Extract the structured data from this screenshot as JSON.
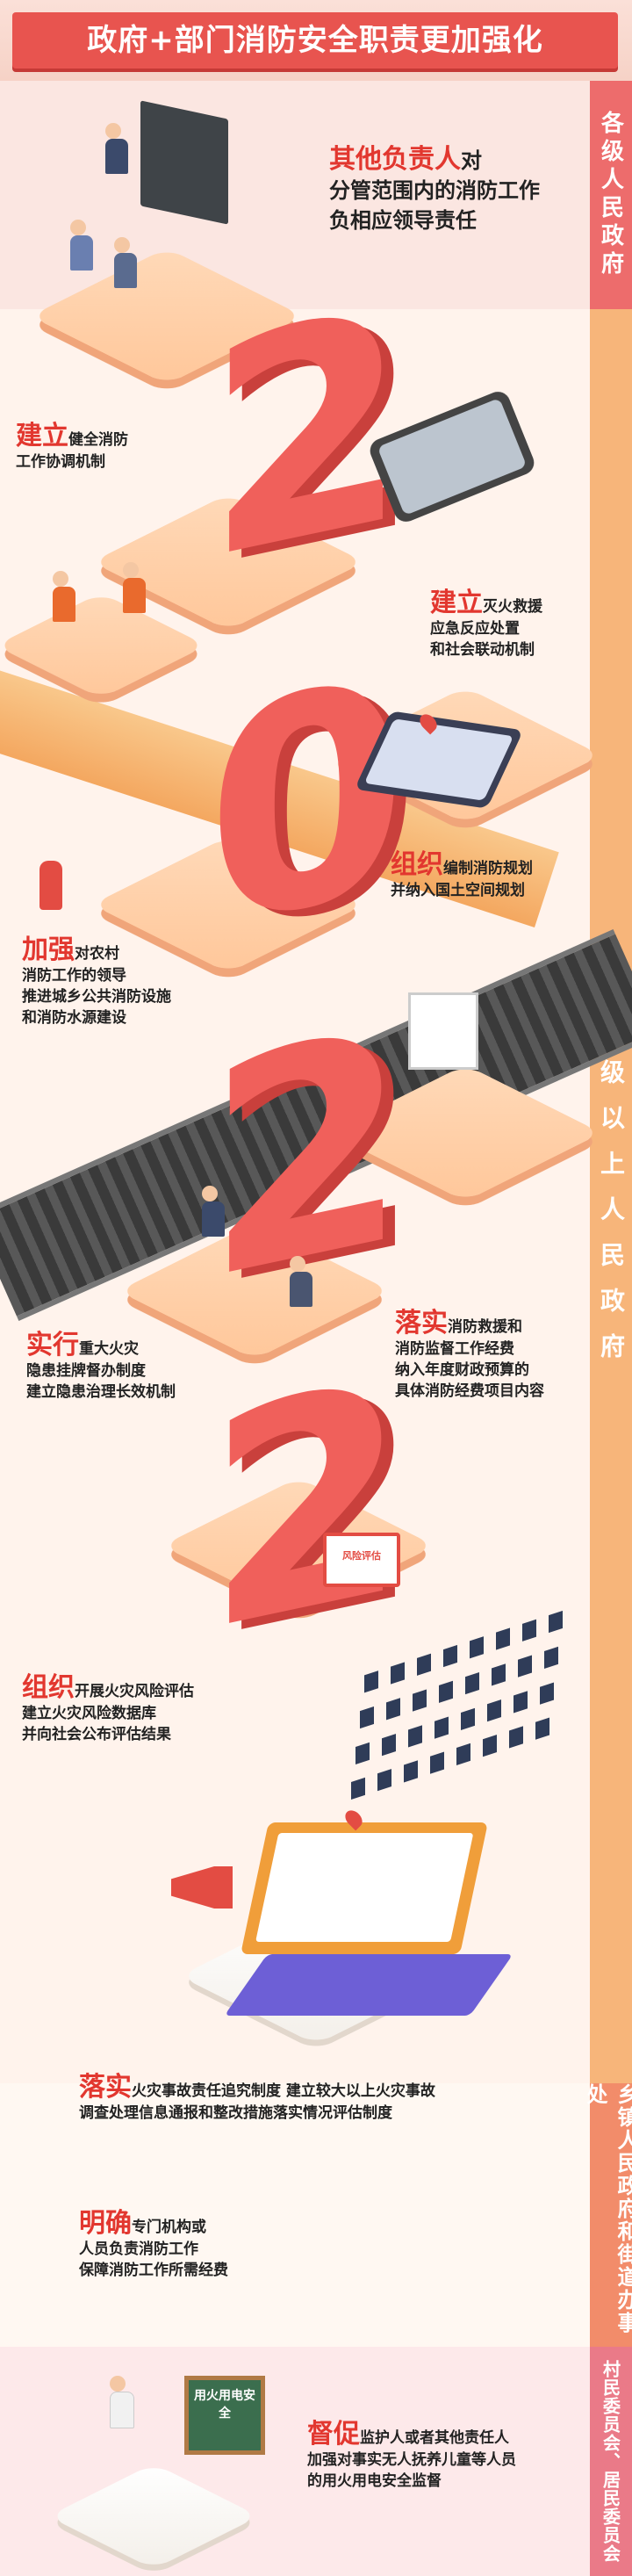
{
  "header": {
    "title": "政府+部门消防安全职责更加强化"
  },
  "sides": {
    "s1": "各级人民政府",
    "s2": "县级以上人民政府",
    "s3": "乡镇人民政府和街道办事处",
    "s4": "村民委员会、居民委员会"
  },
  "digits": [
    "2",
    "0",
    "2",
    "2"
  ],
  "blocks": {
    "b1": {
      "key": "其他负责人",
      "rest": "对",
      "l2": "分管范围内的消防工作",
      "l3": "负相应领导责任"
    },
    "b2": {
      "key": "建立",
      "rest": "健全消防",
      "l2": "工作协调机制"
    },
    "b3": {
      "key": "建立",
      "rest": "灭火救援",
      "l2": "应急反应处置",
      "l3": "和社会联动机制"
    },
    "b4": {
      "key": "组织",
      "rest": "编制消防规划",
      "l2": "并纳入国土空间规划"
    },
    "b5": {
      "key": "加强",
      "rest": "对农村",
      "l2": "消防工作的领导",
      "l3": "推进城乡公共消防设施",
      "l4": "和消防水源建设"
    },
    "b6": {
      "key": "落实",
      "rest": "消防救援和",
      "l2": "消防监督工作经费",
      "l3": "纳入年度财政预算的",
      "l4": "具体消防经费项目内容"
    },
    "b7": {
      "key": "实行",
      "rest": "重大火灾",
      "l2": "隐患挂牌督办制度",
      "l3": "建立隐患治理长效机制"
    },
    "b8": {
      "key": "组织",
      "rest": "开展火灾风险评估",
      "l2": "建立火灾风险数据库",
      "l3": "并向社会公布评估结果"
    },
    "b9": {
      "key": "落实",
      "rest": "火灾事故责任追究制度  建立较大以上火灾事故",
      "l2": "调查处理信息通报和整改措施落实情况评估制度"
    },
    "b10": {
      "key": "明确",
      "rest": "专门机构或",
      "l2": "人员负责消防工作",
      "l3": "保障消防工作所需经费"
    },
    "b11": {
      "key": "督促",
      "rest": "监护人或者其他责任人",
      "l2": "加强对事实无人抚养儿童等人员",
      "l3": "的用火用电安全监督"
    }
  },
  "props": {
    "monitor_text": "风险评估",
    "chalkboard_text": "用火用电安全"
  },
  "colors": {
    "accent": "#e2372f",
    "header": "#e8544f",
    "digit": "#f0605b"
  }
}
